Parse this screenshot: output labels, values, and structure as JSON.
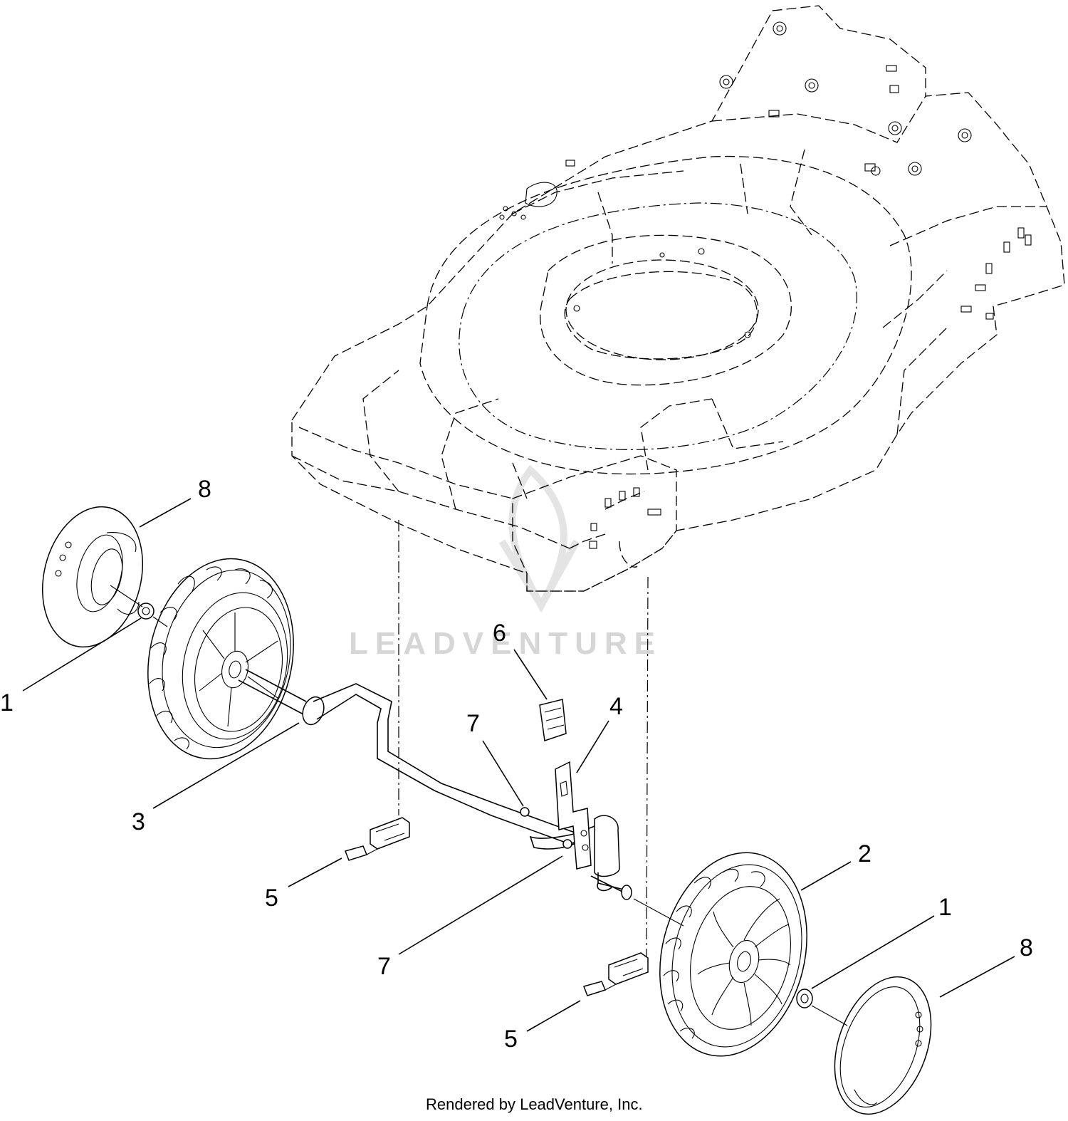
{
  "callouts": [
    {
      "id": "c8-left",
      "label": "8"
    },
    {
      "id": "c1-left",
      "label": "1"
    },
    {
      "id": "c3",
      "label": "3"
    },
    {
      "id": "c6",
      "label": "6"
    },
    {
      "id": "c4",
      "label": "4"
    },
    {
      "id": "c7-upper",
      "label": "7"
    },
    {
      "id": "c5-left",
      "label": "5"
    },
    {
      "id": "c2",
      "label": "2"
    },
    {
      "id": "c1-right",
      "label": "1"
    },
    {
      "id": "c8-right",
      "label": "8"
    },
    {
      "id": "c7-lower",
      "label": "7"
    },
    {
      "id": "c5-right",
      "label": "5"
    }
  ],
  "watermark": "LEADVENTURE",
  "footer": "Rendered by LeadVenture, Inc."
}
